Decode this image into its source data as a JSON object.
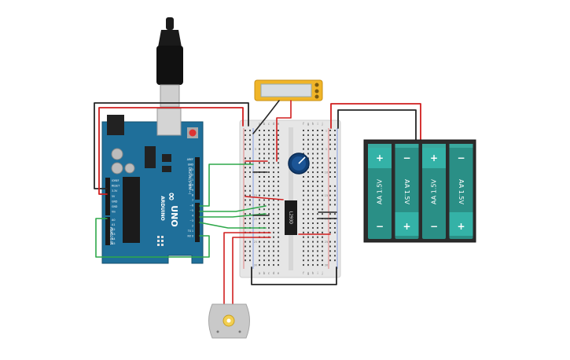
{
  "arduino": {
    "brand": "ARDUINO",
    "model": "UNO",
    "header_digital_label": "DIGITAL (PWM ~)",
    "header_analog_label": "ANALOG IN",
    "power_pins": [
      "IOREF",
      "RESET",
      "3.3V",
      "5V",
      "GND",
      "GND",
      "Vin"
    ],
    "analog_pins": [
      "A0",
      "A1",
      "A2",
      "A3",
      "A4",
      "A5"
    ],
    "digital_pins": [
      "AREF",
      "GND",
      "13",
      "12",
      "~11",
      "~10",
      "~9",
      "8",
      "7",
      "~6",
      "~5",
      "4",
      "~3",
      "2",
      "TX 1",
      "RX 0"
    ]
  },
  "breadboard": {
    "column_letters_left": [
      "a",
      "b",
      "c",
      "d",
      "e"
    ],
    "column_letters_right": [
      "f",
      "g",
      "h",
      "i",
      "j"
    ],
    "row_numbers": [
      "1",
      "5",
      "10",
      "15",
      "20",
      "25",
      "30"
    ]
  },
  "ic": {
    "label": "L293D"
  },
  "battery_pack": {
    "cells": [
      {
        "label": "AA 1.5V",
        "top_sign": "+",
        "bottom_sign": "−"
      },
      {
        "label": "AA 1.5V",
        "top_sign": "−",
        "bottom_sign": "+"
      },
      {
        "label": "AA 1.5V",
        "top_sign": "+",
        "bottom_sign": "−"
      },
      {
        "label": "AA 1.5V",
        "top_sign": "−",
        "bottom_sign": "+"
      }
    ]
  },
  "colors": {
    "arduino_board": "#1f6f9a",
    "breadboard": "#e6e6e6",
    "wire_red": "#d11f1f",
    "wire_black": "#262626",
    "wire_green": "#2ea84a",
    "battery_cell": "#2a8f86",
    "lcd_frame": "#f0b528",
    "lcd_screen": "#d8dde0",
    "potentiometer": "#123f74",
    "motor_hub": "#f2cf52"
  }
}
